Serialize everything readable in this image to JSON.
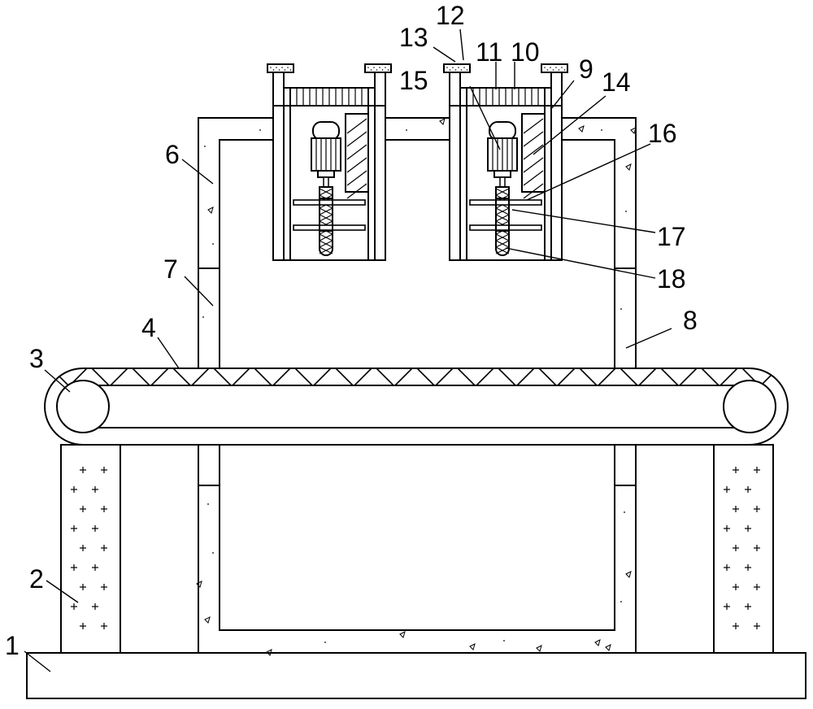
{
  "figure": {
    "labels": [
      {
        "id": "part-1",
        "text": "1"
      },
      {
        "id": "part-2",
        "text": "2"
      },
      {
        "id": "part-3",
        "text": "3"
      },
      {
        "id": "part-4",
        "text": "4"
      },
      {
        "id": "part-6",
        "text": "6"
      },
      {
        "id": "part-7",
        "text": "7"
      },
      {
        "id": "part-8",
        "text": "8"
      },
      {
        "id": "part-9",
        "text": "9"
      },
      {
        "id": "part-10",
        "text": "10"
      },
      {
        "id": "part-11",
        "text": "11"
      },
      {
        "id": "part-12",
        "text": "12"
      },
      {
        "id": "part-13",
        "text": "13"
      },
      {
        "id": "part-14",
        "text": "14"
      },
      {
        "id": "part-15",
        "text": "15"
      },
      {
        "id": "part-16",
        "text": "16"
      },
      {
        "id": "part-17",
        "text": "17"
      },
      {
        "id": "part-18",
        "text": "18"
      }
    ]
  }
}
